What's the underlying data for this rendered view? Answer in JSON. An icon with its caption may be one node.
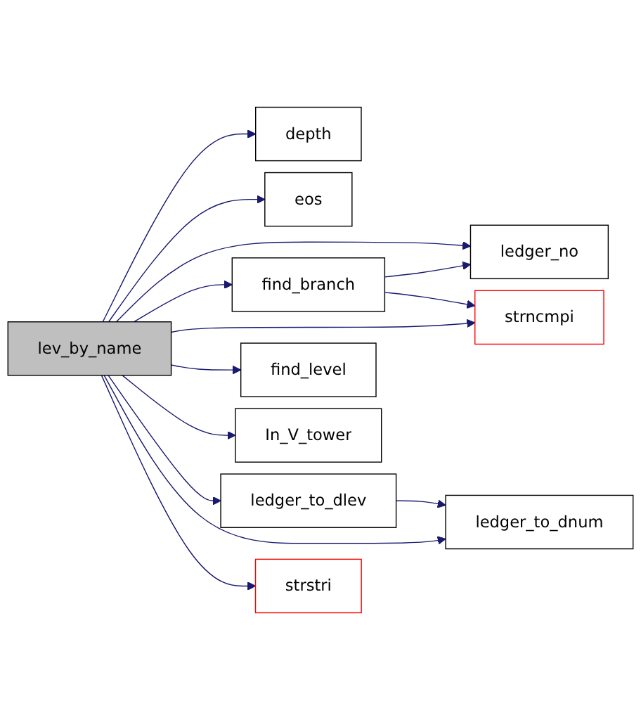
{
  "diagram": {
    "nodes": [
      {
        "text": [
          "lev_by_name"
        ]
      },
      {
        "text": [
          "depth"
        ]
      },
      {
        "text": [
          "eos"
        ]
      },
      {
        "text": [
          "ledger_no"
        ]
      },
      {
        "text": [
          "find_branch"
        ]
      },
      {
        "text": [
          "strncmpi"
        ]
      },
      {
        "text": [
          "find_level"
        ]
      },
      {
        "text": [
          "In_V_tower"
        ]
      },
      {
        "text": [
          "ledger_to_dlev"
        ]
      },
      {
        "text": [
          "ledger_to_dnum"
        ]
      },
      {
        "text": [
          "strstri"
        ]
      }
    ],
    "edges": [
      {
        "from": 0,
        "to": 1,
        "arrow": "to"
      },
      {
        "from": 0,
        "to": 2,
        "arrow": "to"
      },
      {
        "from": 0,
        "to": 3,
        "arrow": "to"
      },
      {
        "from": 0,
        "to": 4,
        "arrow": "to"
      },
      {
        "from": 0,
        "to": 5,
        "arrow": "to"
      },
      {
        "from": 0,
        "to": 6,
        "arrow": "to"
      },
      {
        "from": 0,
        "to": 7,
        "arrow": "to"
      },
      {
        "from": 0,
        "to": 8,
        "arrow": "to"
      },
      {
        "from": 0,
        "to": 9,
        "arrow": "to"
      },
      {
        "from": 0,
        "to": 10,
        "arrow": "to"
      },
      {
        "from": 4,
        "to": 3,
        "arrow": "to"
      },
      {
        "from": 4,
        "to": 5,
        "arrow": "to"
      },
      {
        "from": 8,
        "to": 9,
        "arrow": "to"
      }
    ]
  }
}
